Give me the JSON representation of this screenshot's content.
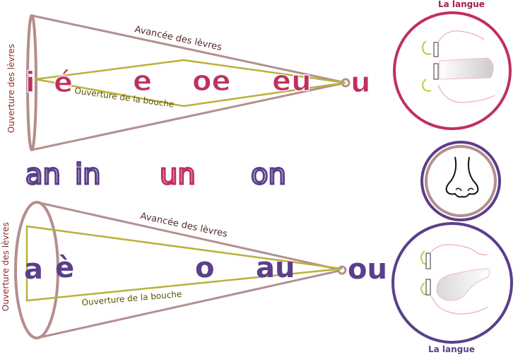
{
  "top_diagram": {
    "label_lips": "Avancée des lèvres",
    "label_mouth": "Ouverture de la bouche",
    "label_side": "Ouverture des lèvres",
    "vowels": [
      "i",
      "é",
      "e",
      "oe",
      "eu",
      "u"
    ]
  },
  "nasals": [
    "an",
    "in",
    "un",
    "on"
  ],
  "bottom_diagram": {
    "label_lips": "Avancée des lèvres",
    "label_mouth": "Ouverture de la bouche",
    "label_side": "Ouverture des lèvres",
    "vowels": [
      "a",
      "è",
      "o",
      "au",
      "ou"
    ]
  },
  "tongue_top": {
    "title": "La langue"
  },
  "tongue_bottom": {
    "title": "La langue"
  },
  "colors": {
    "cone": "#b58e8e",
    "mouth": "#b8b23a",
    "front": "#c0305e",
    "back": "#5b3f8a",
    "nose_outer": "#5b3f8a",
    "nose_inner": "#b58e8e"
  }
}
